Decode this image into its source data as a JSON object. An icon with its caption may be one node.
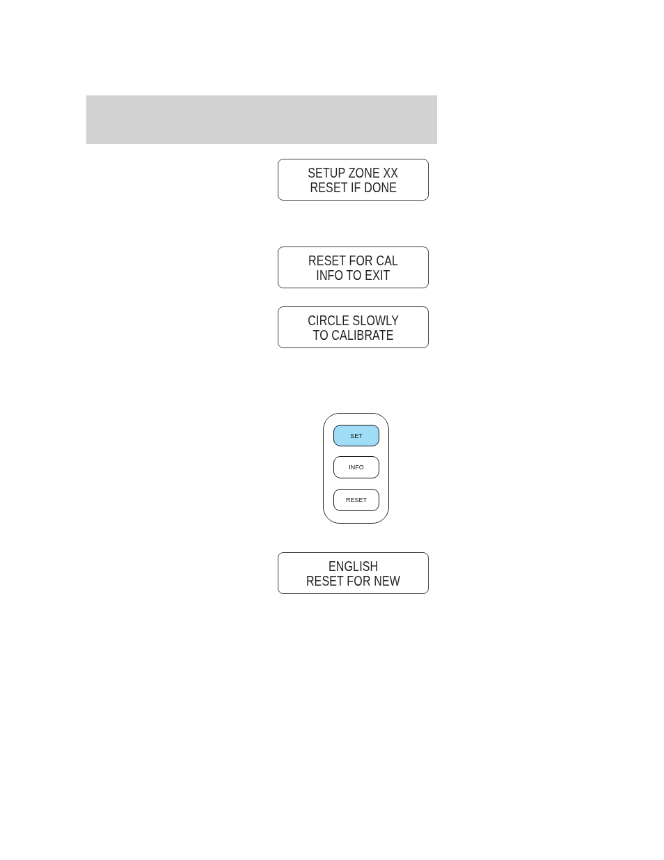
{
  "diagram": {
    "nodes": [
      {
        "text": [
          "SETUP ZONE XX",
          "RESET IF DONE"
        ]
      },
      {
        "text": [
          "RESET FOR CAL",
          "INFO TO EXIT"
        ]
      },
      {
        "text": [
          "CIRCLE SLOWLY",
          "TO CALIBRATE"
        ]
      },
      {
        "text": [],
        "shape": "box"
      },
      {
        "text": [
          "SET"
        ],
        "in": 3
      },
      {
        "text": [
          "INFO"
        ],
        "in": 3
      },
      {
        "text": [
          "RESET"
        ],
        "in": 3
      },
      {
        "text": [
          "ENGLISH",
          "RESET FOR NEW"
        ]
      }
    ]
  }
}
